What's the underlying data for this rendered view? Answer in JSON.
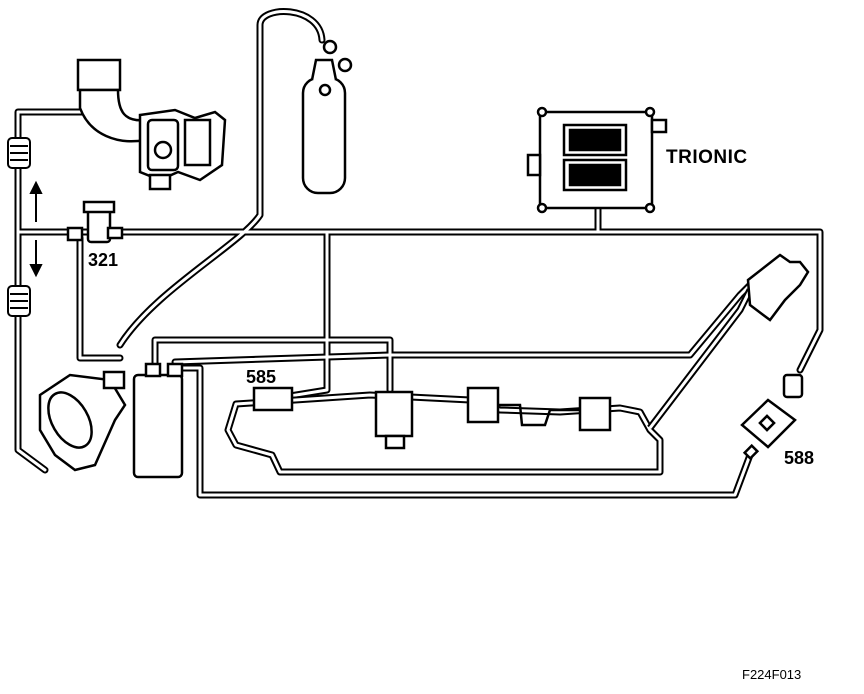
{
  "diagram": {
    "label_ecu": "TRIONIC",
    "label_321": "321",
    "label_585": "585",
    "label_588": "588",
    "figure_code": "F224F013"
  }
}
